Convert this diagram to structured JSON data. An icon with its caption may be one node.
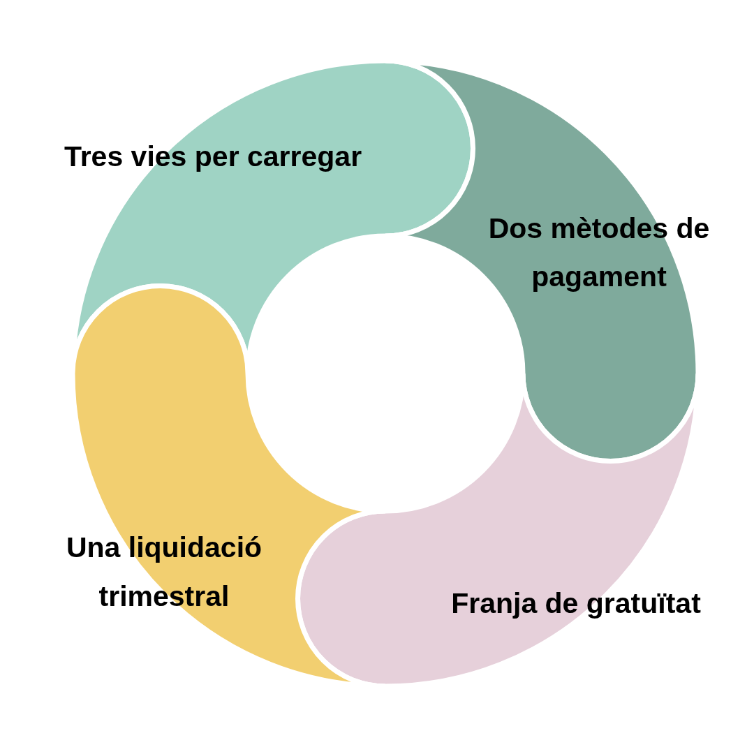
{
  "diagram": {
    "nodes": [
      {
        "text": [
          "Tres vies per carregar"
        ]
      },
      {
        "text": [
          "Dos mètodes de pagament"
        ]
      },
      {
        "text": [
          "Franja de gratuïtat"
        ]
      },
      {
        "text": [
          "Una liquidació trimestral"
        ]
      }
    ]
  }
}
